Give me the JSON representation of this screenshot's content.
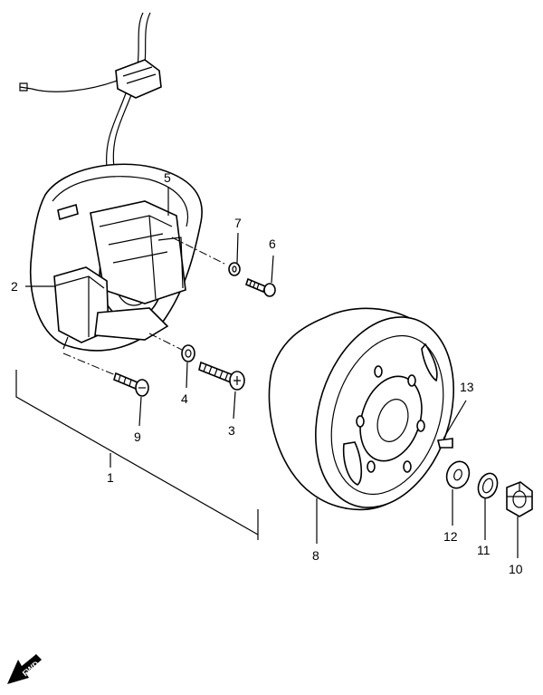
{
  "diagram": {
    "title": "Magneto exploded view",
    "colors": {
      "line": "#000000",
      "background": "#ffffff"
    },
    "callouts": [
      {
        "id": "c1",
        "text": "1"
      },
      {
        "id": "c2",
        "text": "2"
      },
      {
        "id": "c3",
        "text": "3"
      },
      {
        "id": "c4",
        "text": "4"
      },
      {
        "id": "c5",
        "text": "5"
      },
      {
        "id": "c6",
        "text": "6"
      },
      {
        "id": "c7",
        "text": "7"
      },
      {
        "id": "c8",
        "text": "8"
      },
      {
        "id": "c9",
        "text": "9"
      },
      {
        "id": "c10",
        "text": "10"
      },
      {
        "id": "c11",
        "text": "11"
      },
      {
        "id": "c12",
        "text": "12"
      },
      {
        "id": "c13",
        "text": "13"
      }
    ],
    "direction_logo": "FWD"
  }
}
